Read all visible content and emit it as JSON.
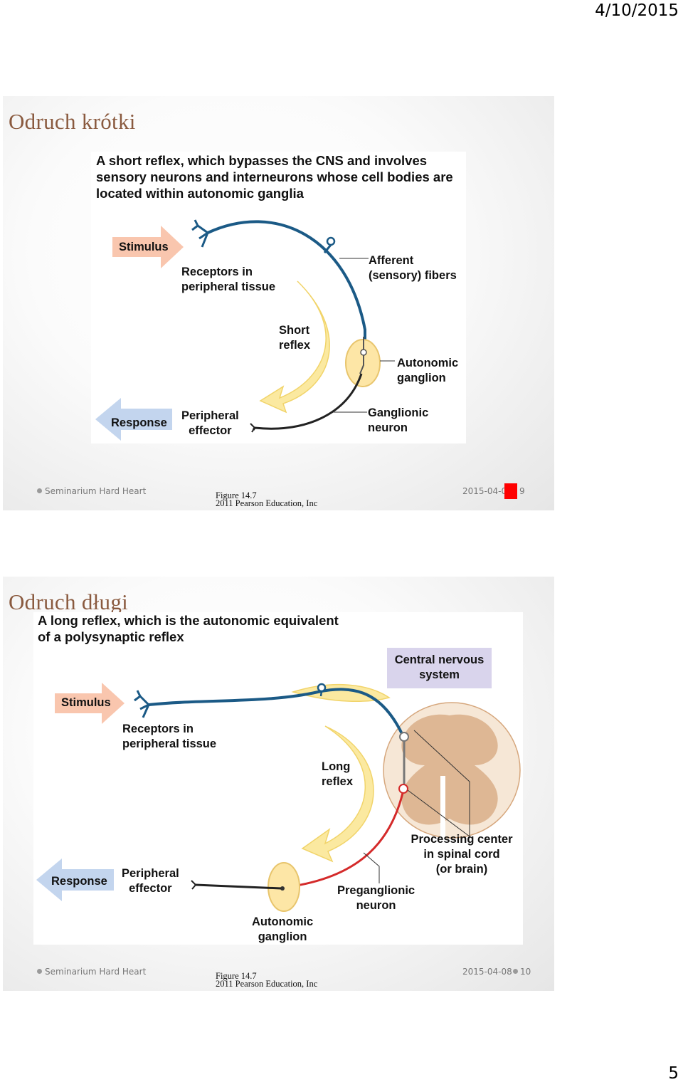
{
  "header": {
    "date": "4/10/2015"
  },
  "page_number": "5",
  "slides": [
    {
      "title": "Odruch krótki",
      "description": [
        "A short reflex, which bypasses the CNS and involves",
        "sensory neurons and interneurons whose cell bodies are",
        "located within autonomic ganglia"
      ],
      "labels": {
        "stimulus": "Stimulus",
        "receptors": [
          "Receptors in",
          "peripheral tissue"
        ],
        "afferent": [
          "Afferent",
          "(sensory) fibers"
        ],
        "short_reflex": [
          "Short",
          "reflex"
        ],
        "autonomic_ganglion": [
          "Autonomic",
          "ganglion"
        ],
        "response": "Response",
        "peripheral_effector": [
          "Peripheral",
          "effector"
        ],
        "ganglionic_neuron": [
          "Ganglionic",
          "neuron"
        ]
      },
      "footer": {
        "left": "Seminarium Hard Heart",
        "caption": [
          "Figure 14.7",
          "2011 Pearson Education, Inc"
        ],
        "date": "2015-04-0",
        "slide_number": "9"
      }
    },
    {
      "title": "Odruch długi",
      "description": [
        "A long reflex, which is the autonomic equivalent",
        "of a polysynaptic reflex"
      ],
      "labels": {
        "cns": [
          "Central nervous",
          "system"
        ],
        "stimulus": "Stimulus",
        "receptors": [
          "Receptors in",
          "peripheral tissue"
        ],
        "long_reflex": [
          "Long",
          "reflex"
        ],
        "processing_center": [
          "Processing center",
          "in spinal cord",
          "(or brain)"
        ],
        "response": "Response",
        "peripheral_effector": [
          "Peripheral",
          "effector"
        ],
        "preganglionic_neuron": [
          "Preganglionic",
          "neuron"
        ],
        "autonomic_ganglion": [
          "Autonomic",
          "ganglion"
        ]
      },
      "footer": {
        "left": "Seminarium Hard Heart",
        "caption": [
          "Figure 14.7",
          "2011 Pearson Education, Inc"
        ],
        "date": "2015-04-08",
        "slide_number": "10"
      }
    }
  ],
  "colors": {
    "title": "#8a5a3f",
    "stimulus_arrow": "#f9c6ae",
    "response_arrow": "#c3d5ee",
    "afferent_fiber": "#1b5a86",
    "efferent_fiber": "#222222",
    "preganglionic_fiber": "#d42a2a",
    "reflex_arrow": "#fbe9a0",
    "cns_box": "#d9d4ec",
    "spinal_cord": "#d6a77d"
  }
}
